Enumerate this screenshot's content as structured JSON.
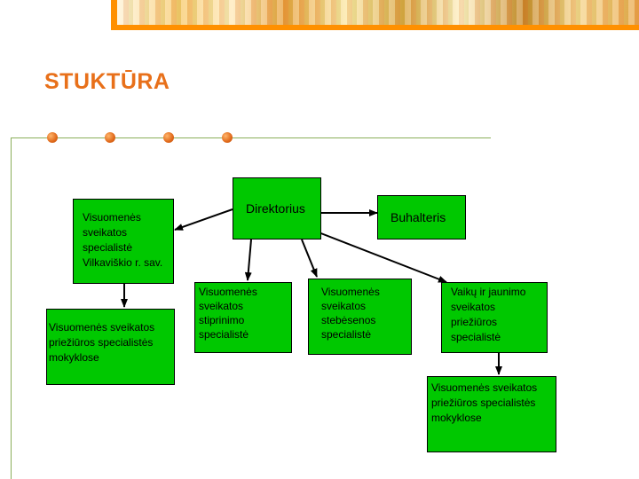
{
  "title": "STUKTŪRA",
  "colors": {
    "node_fill": "#00c800",
    "title": "#e8701a",
    "accent_line": "#8aae5a",
    "dot": "#e0691a"
  },
  "nodes": {
    "direktorius": "Direktorius",
    "buhalteris": "Buhalteris",
    "specialiste_vilkaviskio": "Visuomenės sveikatos specialistė Vilkaviškio r. sav.",
    "mokyklose_left": "Visuomenės sveikatos priežiūros specialistės mokyklose",
    "stiprinimo": "Visuomenės sveikatos stiprinimo specialistė",
    "stebesenos": "Visuomenės sveikatos stebėsenos specialistė",
    "vaiku_jaunimo": "Vaikų ir jaunimo sveikatos priežiūros specialistė",
    "mokyklose_right": "Visuomenės sveikatos priežiūros specialistės mokyklose"
  }
}
